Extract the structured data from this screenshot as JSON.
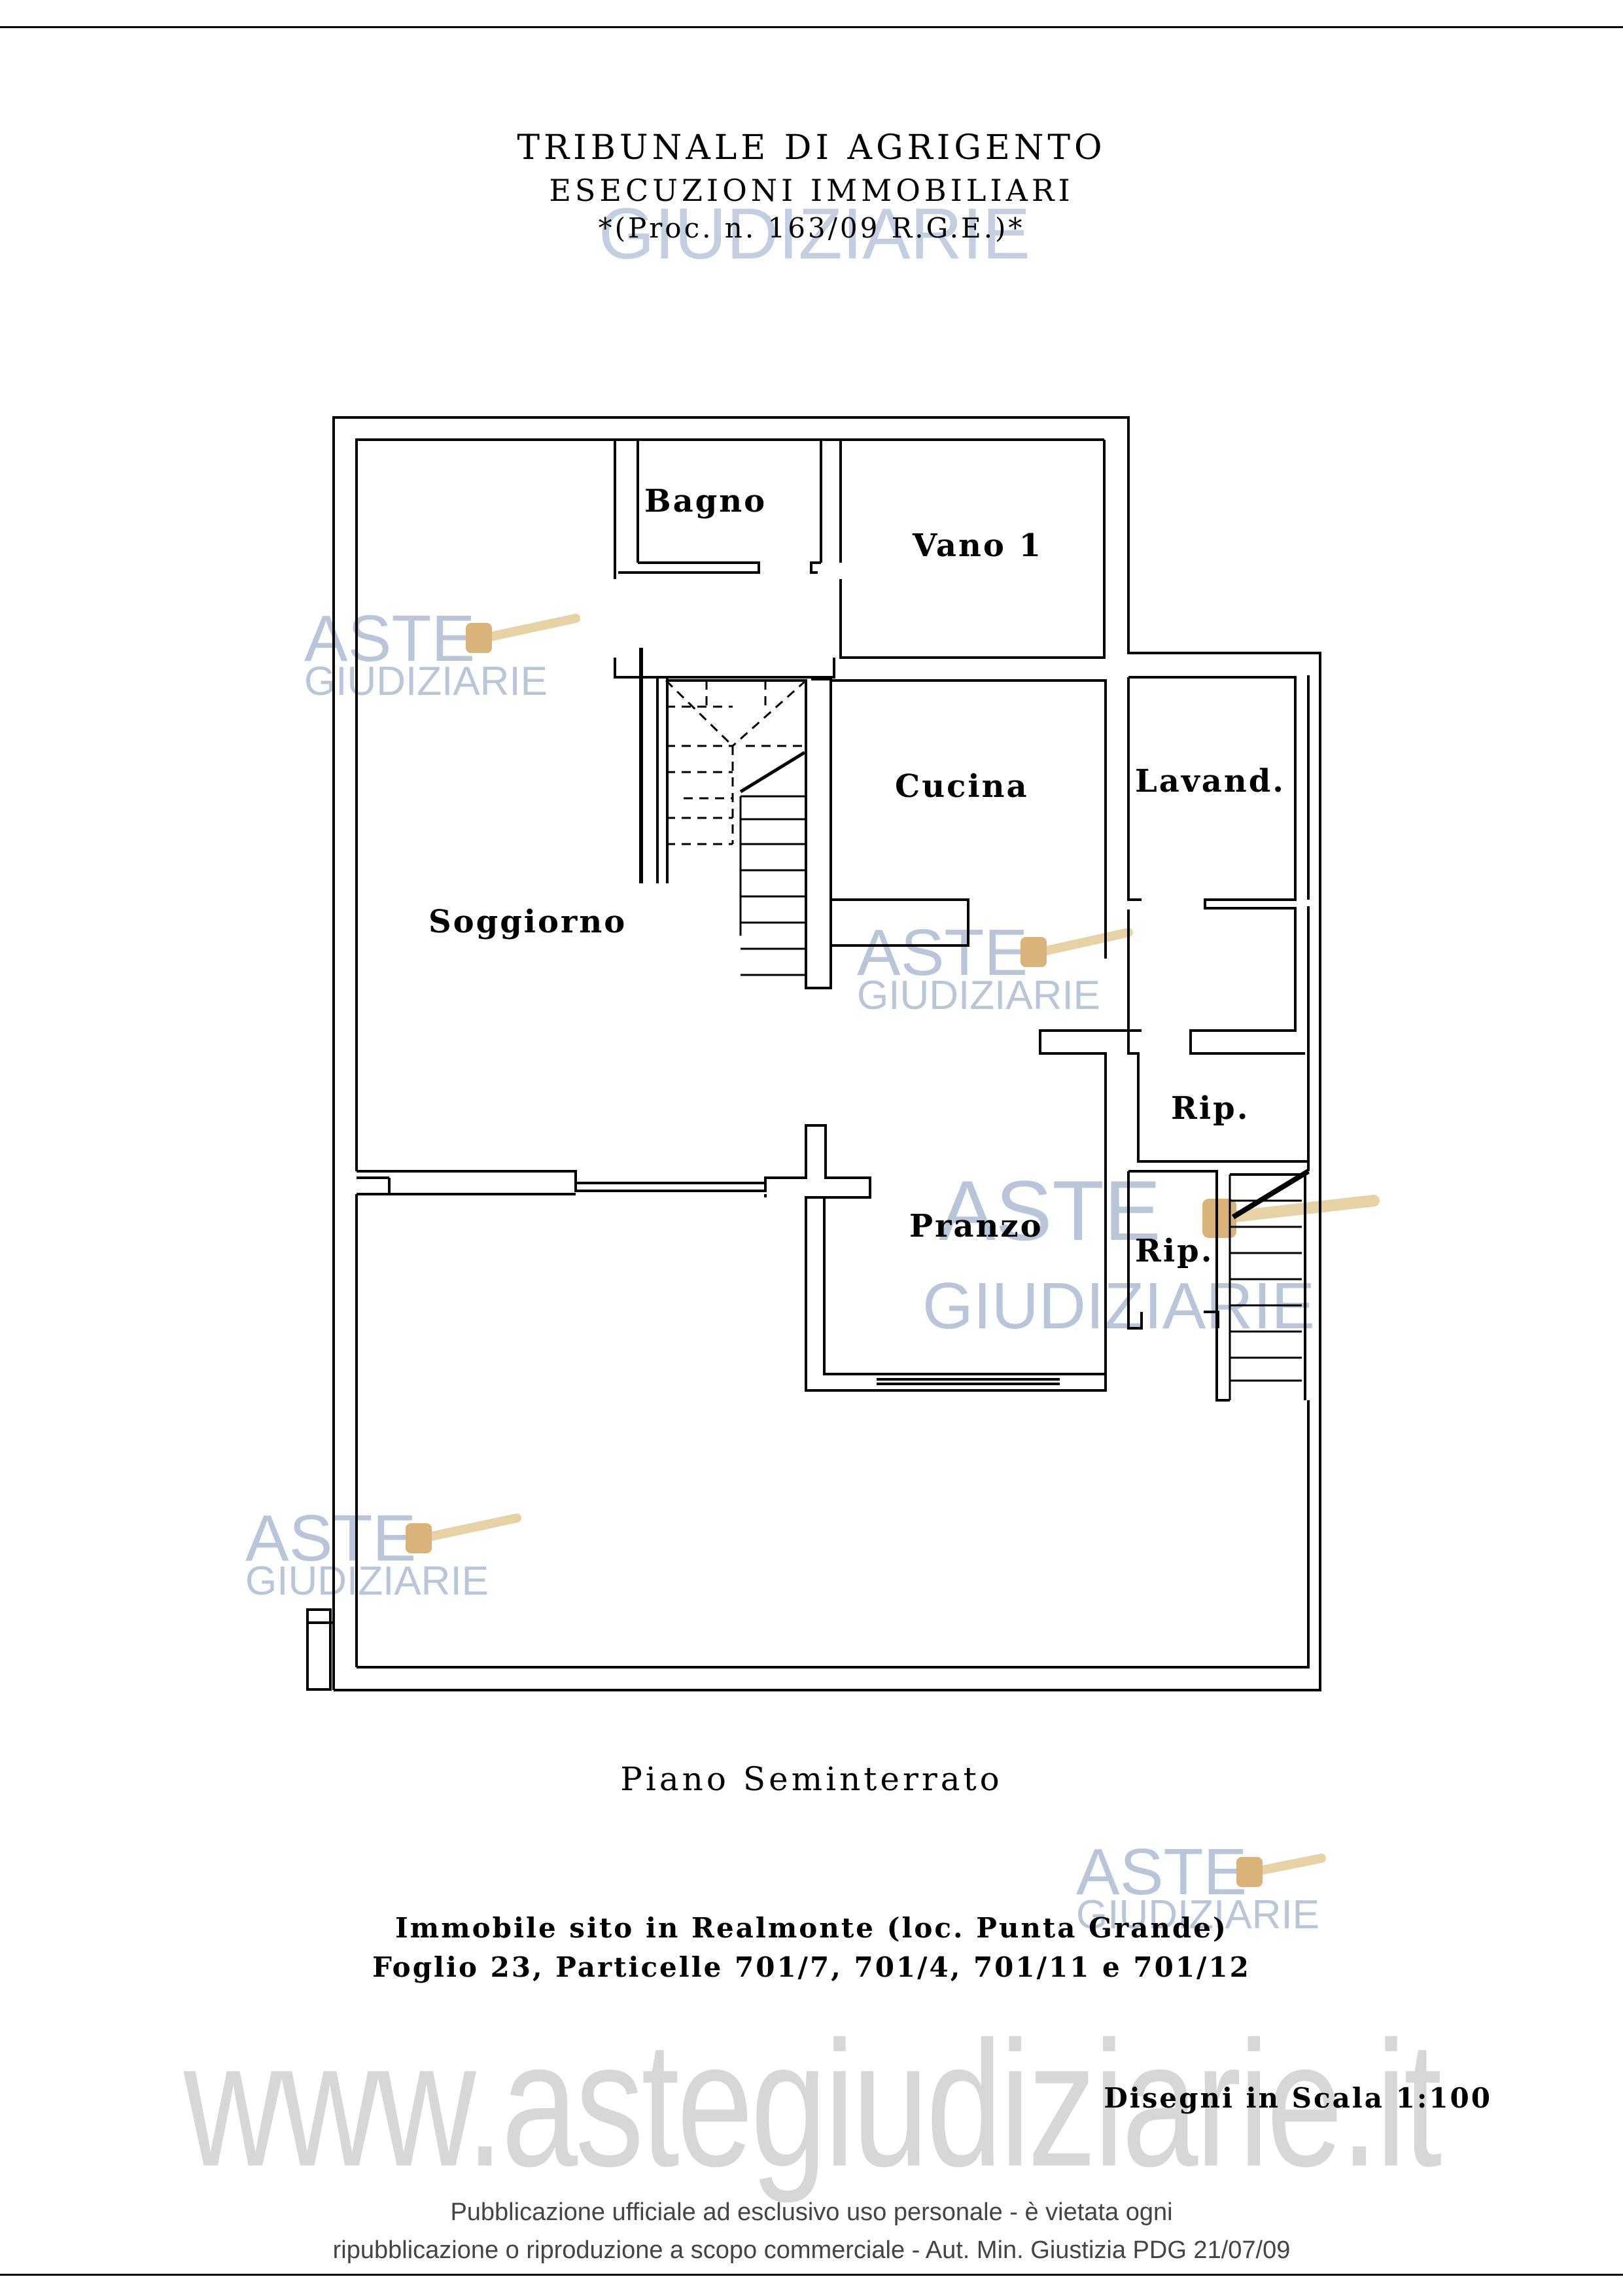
{
  "header": {
    "court": "TRIBUNALE DI AGRIGENTO",
    "section": "ESECUZIONI IMMOBILIARI",
    "procedure": "*(Proc. n. 163/09 R.G.E.)*"
  },
  "watermark": {
    "line1": "ASTE",
    "line2": "GIUDIZIARIE",
    "url": "www.astegiudiziarie.it"
  },
  "rooms": {
    "bagno": "Bagno",
    "vano1": "Vano 1",
    "cucina": "Cucina",
    "lavanderia": "Lavand.",
    "soggiorno": "Soggiorno",
    "ripostiglio1": "Rip.",
    "pranzo": "Pranzo",
    "ripostiglio2": "Rip."
  },
  "floor_label": "Piano Seminterrato",
  "property": {
    "location": "Immobile sito in Realmonte (loc. Punta Grande)",
    "cadastre": "Foglio 23, Particelle 701/7, 701/4, 701/11 e 701/12"
  },
  "scale": "Disegni in Scala 1:100",
  "publication": {
    "line1": "Pubblicazione ufficiale ad esclusivo uso personale - è vietata ogni",
    "line2": "ripubblicazione o riproduzione a scopo commerciale - Aut. Min. Giustizia PDG 21/07/09"
  }
}
